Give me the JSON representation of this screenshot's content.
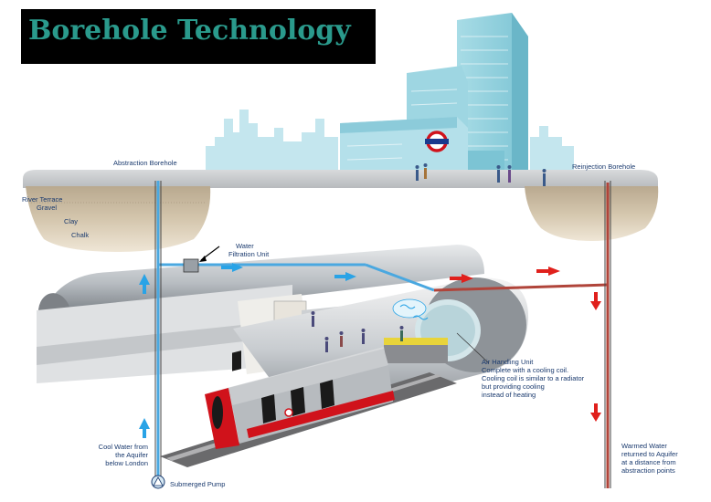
{
  "title": "Borehole Technology",
  "labels": {
    "abstraction_borehole": "Abstraction Borehole",
    "reinjection_borehole": "Reinjection Borehole",
    "river_terrace_gravel_1": "River Terrace",
    "river_terrace_gravel_2": "Gravel",
    "clay": "Clay",
    "chalk": "Chalk",
    "water_filtration_1": "Water",
    "water_filtration_2": "Filtration Unit",
    "air_handling_1": "Air Handling Unit",
    "air_handling_2": "Complete with a cooling coil.",
    "air_handling_3": "Cooling coil is similar to a radiator",
    "air_handling_4": "but providing cooling",
    "air_handling_5": "instead of heating",
    "cool_water_1": "Cool Water from",
    "cool_water_2": "the Aquifer",
    "cool_water_3": "below London",
    "warmed_water_1": "Warmed Water",
    "warmed_water_2": "returned to Aquifer",
    "warmed_water_3": "at a distance from",
    "warmed_water_4": "abstraction points",
    "submerged_pump": "Submerged Pump"
  },
  "colors": {
    "title_text": "#2a9a8c",
    "cool_pipe": "#4aa8e0",
    "warm_pipe": "#b0443a",
    "cool_arrow": "#29a3e6",
    "warm_arrow": "#e0201c",
    "train_red": "#d0121b",
    "label_text": "#1a3a6e"
  }
}
